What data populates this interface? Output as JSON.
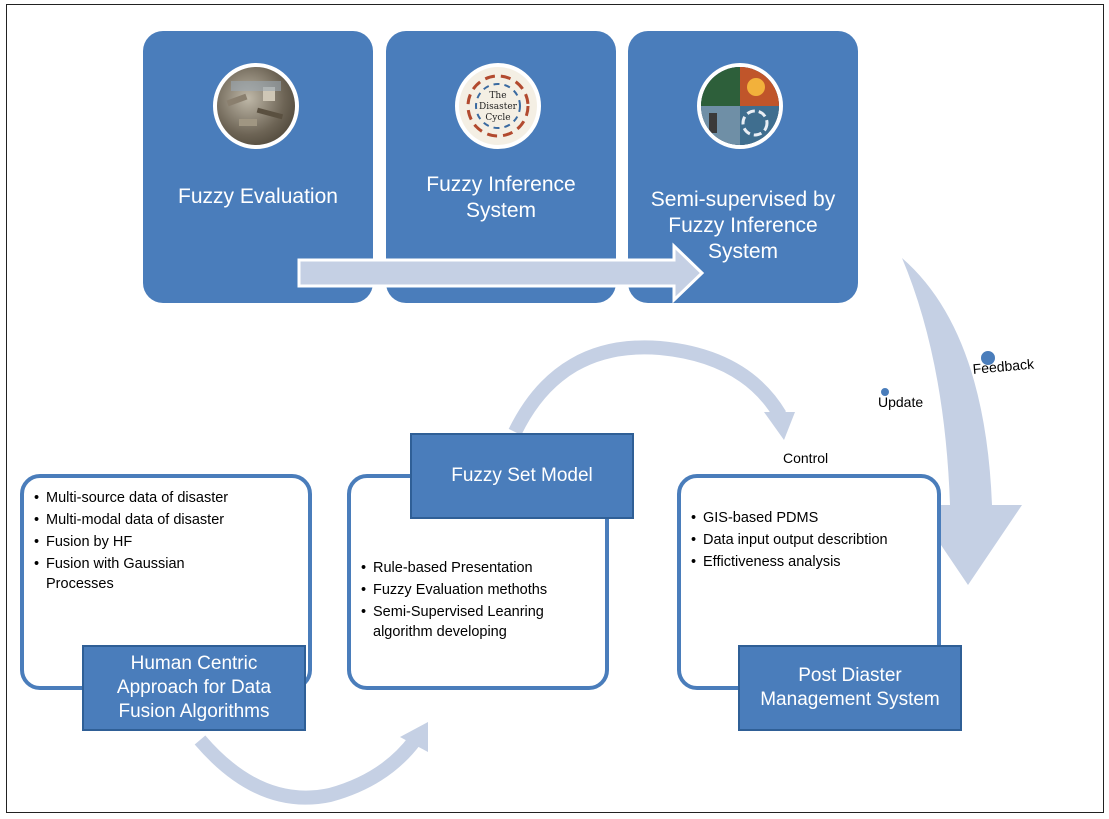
{
  "top_steps": [
    {
      "title": "Fuzzy Evaluation",
      "image": "disaster-debris-photo"
    },
    {
      "title": "Fuzzy Inference System",
      "image": "the-disaster-cycle-graphic",
      "image_text": "The Disaster Cycle"
    },
    {
      "title": "Semi-supervised by Fuzzy Inference System",
      "image": "disaster-collage-photo"
    }
  ],
  "left_panel": {
    "bullets": [
      "Multi-source data of disaster",
      "Multi-modal data of disaster",
      "Fusion by HF",
      "Fusion with Gaussian Processes"
    ],
    "label": "Human Centric Approach for Data Fusion Algorithms"
  },
  "middle_panel": {
    "label": "Fuzzy Set Model",
    "bullets": [
      "Rule-based Presentation",
      "Fuzzy Evaluation methoths",
      "Semi-Supervised Leanring algorithm developing"
    ]
  },
  "right_panel": {
    "bullets": [
      "GIS-based PDMS",
      "Data input output describtion",
      "Effictiveness analysis"
    ],
    "label": "Post Diaster Management System"
  },
  "cycle_labels": {
    "control": "Control",
    "update": "Update",
    "feedback": "Feedback"
  },
  "colors": {
    "box_blue": "#4a7dbb",
    "arrow_light": "#c5d0e4",
    "dot_blue": "#4a7dbb"
  }
}
